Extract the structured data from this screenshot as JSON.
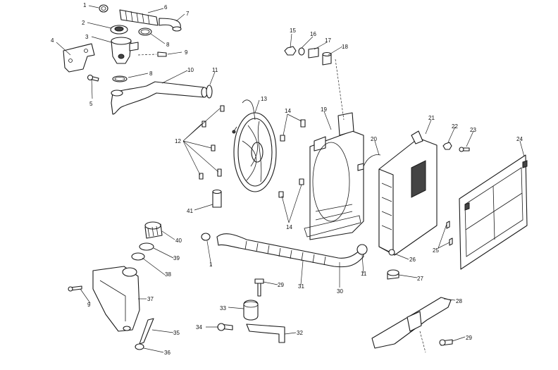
{
  "callouts": [
    {
      "id": "c1a",
      "text": "1"
    },
    {
      "id": "c2",
      "text": "2"
    },
    {
      "id": "c3",
      "text": "3"
    },
    {
      "id": "c4",
      "text": "4"
    },
    {
      "id": "c5",
      "text": "5"
    },
    {
      "id": "c6",
      "text": "6"
    },
    {
      "id": "c7",
      "text": "7"
    },
    {
      "id": "c8a",
      "text": "8"
    },
    {
      "id": "c8b",
      "text": "8"
    },
    {
      "id": "c9a",
      "text": "9"
    },
    {
      "id": "c10",
      "text": "10"
    },
    {
      "id": "c11a",
      "text": "11"
    },
    {
      "id": "c12",
      "text": "12"
    },
    {
      "id": "c13",
      "text": "13"
    },
    {
      "id": "c14a",
      "text": "14"
    },
    {
      "id": "c14b",
      "text": "14"
    },
    {
      "id": "c15",
      "text": "15"
    },
    {
      "id": "c16",
      "text": "16"
    },
    {
      "id": "c17",
      "text": "17"
    },
    {
      "id": "c18",
      "text": "18"
    },
    {
      "id": "c19",
      "text": "19"
    },
    {
      "id": "c20",
      "text": "20"
    },
    {
      "id": "c21",
      "text": "21"
    },
    {
      "id": "c22",
      "text": "22"
    },
    {
      "id": "c23",
      "text": "23"
    },
    {
      "id": "c24",
      "text": "24"
    },
    {
      "id": "c25",
      "text": "25"
    },
    {
      "id": "c26",
      "text": "26"
    },
    {
      "id": "c27",
      "text": "27"
    },
    {
      "id": "c28",
      "text": "28"
    },
    {
      "id": "c29a",
      "text": "29"
    },
    {
      "id": "c29b",
      "text": "29"
    },
    {
      "id": "c30",
      "text": "30"
    },
    {
      "id": "c31",
      "text": "31"
    },
    {
      "id": "c32",
      "text": "32"
    },
    {
      "id": "c33",
      "text": "33"
    },
    {
      "id": "c34",
      "text": "34"
    },
    {
      "id": "c35",
      "text": "35"
    },
    {
      "id": "c36",
      "text": "36"
    },
    {
      "id": "c37",
      "text": "37"
    },
    {
      "id": "c38",
      "text": "38"
    },
    {
      "id": "c39",
      "text": "39"
    },
    {
      "id": "c40",
      "text": "40"
    },
    {
      "id": "c41",
      "text": "41"
    },
    {
      "id": "c1b",
      "text": "1"
    },
    {
      "id": "c11b",
      "text": "11"
    },
    {
      "id": "c9b",
      "text": "9"
    }
  ]
}
